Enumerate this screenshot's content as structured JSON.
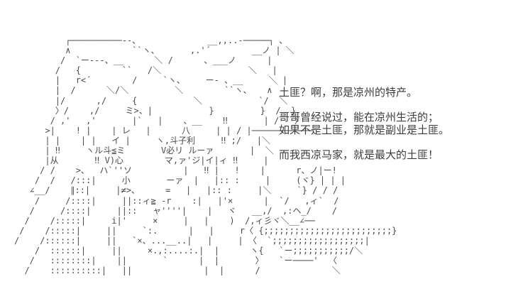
{
  "scene": {
    "background_color": "#ffffff",
    "art_color": "#4a4a4a",
    "text_color": "#3c3c3c"
  },
  "dialogue": {
    "lines": [
      "土匪？啊，那是凉州的特产。",
      "哥哥曾经说过，能在凉州生活的；",
      "如果不是土匪，那就是副业是土匪。",
      "而我西凉马家，就是最大的土匪！"
    ]
  },
  "ascii_art": {
    "description": "girl-with-large-ribbon-pointing-hand",
    "lines": [
      "          ┌──────────--、             __,,..-─────┐ 、",
      "          ∧            ``ヽ、      ,.'´        __ノ | ＼",
      "         /  `ー---、__      ＼ /      、___ノ      |",
      "        /   {        ``   /＼                 ＼   |",
      "        |   r<´        /     `ヽ、    ー- 、__     ＼ |",
      "        |  /      ＼/＼         ＼        ``ヽ、   ∧",
      "        |/      ,/     {           ＼           `/  ＼",
      "        〉/    ,/     ミ>、|           }         }  /  }",
      "       / ,'   ,'       |`   |    、__    ‼       | /   〉",
      "      >|    ! |    | レ   |      八     | | / |────────────",
      "      | |    | |   イ |     ヽ,斗子利     ‼ ;/   |＼",
      "      | ‼     ヽル斗≦ミ       V必リ ルーァ       |  ＼",
      "      |从       ‼ V)心        マ,ァ'ジ|イ|ィ ‼     |",
      "     / /    >、  ハ`''ソ          |   ‼ |   !    |      r、ノ|ー!",
      "    /  /   /:::|     小       ーァ  |   |:: :     |     (ヾ} | | |",
      "   ∠__/    ∥::|     |≠>、     =   |   |:: :     |＼     `} / / /",
      "    /     /::::|     ||::ィ≧ -r    :|   |'×      |  `/   ,ィ`  /",
      "   /     /::::|     ||::   ャ''''|    |   ヾ   __,/  ,:ヘ_/    /",
      "  /    /:::::|     i|'     ×     |   |    )  /,ィ彡ヾ＼__∠──",
      " /    /:::::|     ||     `:.      |   |     r〈 {;;;;;;;;;;;;;;;;;;;;;;;;;}",
      "/    /::::::|     ||   `×、...__..|   |     | 〈  `;;;;;;;;;;;;;;;;;;|",
      "    /  ::::::|     ||     ×.,:....:.|  |      ヽ{   `ー;;;;;;;;;;;/＼",
      "   /   ::::::::|    ||       `      |  |       〉   `ー────'  〈",
      "  /    ::::::::::|   ||              |  |      /              ＼"
    ]
  }
}
